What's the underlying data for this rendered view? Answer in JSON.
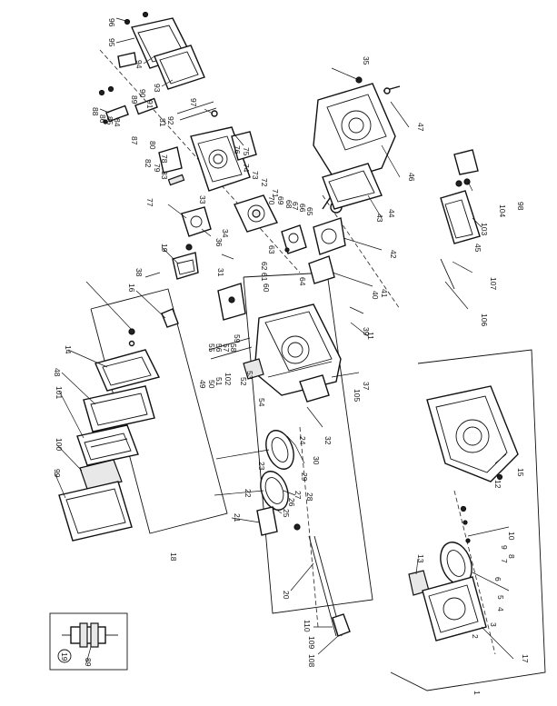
{
  "diagram": {
    "orientation": "rotated-90-clockwise",
    "callouts": {
      "c96": "96",
      "c95": "95",
      "c94": "94",
      "c93": "93",
      "c97": "97",
      "c92": "92",
      "c91": "91",
      "c90": "90",
      "c89": "89",
      "c88": "88",
      "c87": "87",
      "c86": "86",
      "c85": "85",
      "c84": "84",
      "c83": "83",
      "c82": "82",
      "c81": "81",
      "c80": "80",
      "c79": "79",
      "c78": "78",
      "c77": "77",
      "c76": "76",
      "c75": "75",
      "c74": "74",
      "c73": "73",
      "c72": "72",
      "c71": "71",
      "c70": "70",
      "c69": "69",
      "c68": "68",
      "c67": "67",
      "c66": "66",
      "c65": "65",
      "c64": "64",
      "c63": "63",
      "c62": "62",
      "c61": "61",
      "c60": "60",
      "c59": "59",
      "c58": "58",
      "c57": "57",
      "c56": "56",
      "c55": "55",
      "c54": "54",
      "c53": "53",
      "c52": "52",
      "c51": "51",
      "c50": "50",
      "c49": "49",
      "c48": "48",
      "c47": "47",
      "c46": "46",
      "c45": "45",
      "c44": "44",
      "c43": "43",
      "c42": "42",
      "c41": "41",
      "c40": "40",
      "c39": "39",
      "c38": "38",
      "c37": "37",
      "c36": "36",
      "c35": "35",
      "c34": "34",
      "c33": "33",
      "c32": "32",
      "c31": "31",
      "c30": "30",
      "c29": "29",
      "c28": "28",
      "c27": "27",
      "c26": "26",
      "c25": "25",
      "c24": "24",
      "c23": "23",
      "c22": "22",
      "c21": "21",
      "c20": "20",
      "c19": "19",
      "c18": "18",
      "c17": "17",
      "c16": "16",
      "c15": "15",
      "c14": "14",
      "c13": "13",
      "c12": "12",
      "c11": "11",
      "c10": "10",
      "c9": "9",
      "c8": "8",
      "c7": "7",
      "c6": "6",
      "c5": "5",
      "c4": "4",
      "c3": "3",
      "c2": "2",
      "c1": "1",
      "c98": "98",
      "c99": "99",
      "c100": "100",
      "c101": "101",
      "c102": "102",
      "c103": "103",
      "c104": "104",
      "c105": "105",
      "c106": "106",
      "c107": "107",
      "c108": "108",
      "c109": "109",
      "c110": "110"
    },
    "inset": {
      "badge": "19",
      "callout": "89"
    }
  }
}
